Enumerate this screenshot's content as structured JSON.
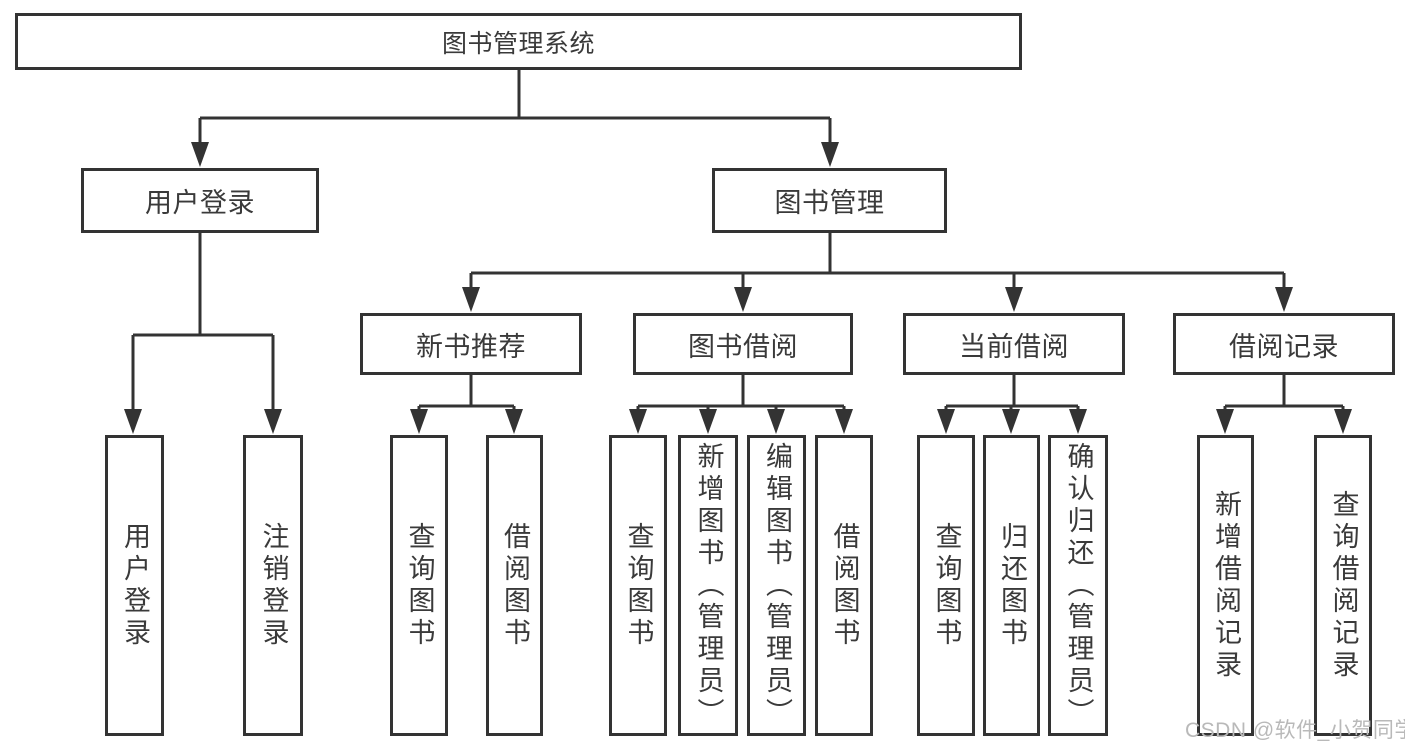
{
  "diagram": {
    "root": {
      "label": "图书管理系统"
    },
    "level2": [
      {
        "id": "user-login",
        "label": "用户登录"
      },
      {
        "id": "book-management",
        "label": "图书管理"
      }
    ],
    "level3": [
      {
        "id": "new-book-recommend",
        "parent": "图书管理",
        "label": "新书推荐"
      },
      {
        "id": "book-borrowing",
        "parent": "图书管理",
        "label": "图书借阅"
      },
      {
        "id": "current-borrowing",
        "parent": "图书管理",
        "label": "当前借阅"
      },
      {
        "id": "borrowing-records",
        "parent": "图书管理",
        "label": "借阅记录"
      }
    ],
    "leaves": [
      {
        "parent": "用户登录",
        "label": "用户登录"
      },
      {
        "parent": "用户登录",
        "label": "注销登录"
      },
      {
        "parent": "新书推荐",
        "label": "查询图书"
      },
      {
        "parent": "新书推荐",
        "label": "借阅图书"
      },
      {
        "parent": "图书借阅",
        "label": "查询图书"
      },
      {
        "parent": "图书借阅",
        "label": "新增图书（管理员）"
      },
      {
        "parent": "图书借阅",
        "label": "编辑图书（管理员）"
      },
      {
        "parent": "图书借阅",
        "label": "借阅图书"
      },
      {
        "parent": "当前借阅",
        "label": "查询图书"
      },
      {
        "parent": "当前借阅",
        "label": "归还图书"
      },
      {
        "parent": "当前借阅",
        "label": "确认归还（管理员）"
      },
      {
        "parent": "借阅记录",
        "label": "新增借阅记录"
      },
      {
        "parent": "借阅记录",
        "label": "查询借阅记录"
      }
    ],
    "watermark": "CSDN @软件_小贺同学",
    "colors": {
      "line": "#333333",
      "text": "#3a3a3a",
      "watermark": "#b9b9b9",
      "background": "#ffffff"
    }
  }
}
